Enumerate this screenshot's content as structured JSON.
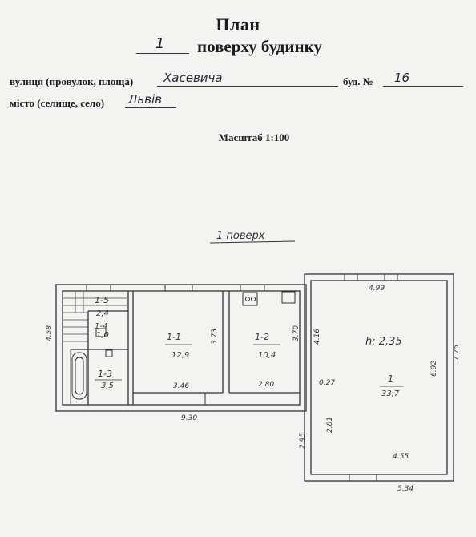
{
  "header": {
    "title": "План",
    "floor_number": "1",
    "floor_title": "поверху будинку"
  },
  "fields": {
    "street_label": "вулиця (провулок, площа)",
    "street_value": "Хасевича",
    "building_label": "буд. №",
    "building_value": "16",
    "city_label": "місто (селище, село)",
    "city_value": "Львів"
  },
  "scale_label": "Масштаб 1:100",
  "plan": {
    "floor_caption": "1 поверх",
    "rooms": [
      {
        "id": "1-5",
        "area": "2,4"
      },
      {
        "id": "1-4",
        "area": "1,0"
      },
      {
        "id": "1-1",
        "area": "12,9"
      },
      {
        "id": "1-2",
        "area": "10,4"
      },
      {
        "id": "1-3",
        "area": "3,5"
      },
      {
        "id": "1",
        "area": "33,7"
      }
    ],
    "height_note": "h: 2,35",
    "dimensions": {
      "d458": "4.58",
      "d373": "3.73",
      "d370": "3.70",
      "d416": "4.16",
      "d499": "4.99",
      "d692": "6.92",
      "d775": "7.75",
      "d346": "3.46",
      "d280": "2.80",
      "d930": "9.30",
      "d027": "0.27",
      "d281": "2.81",
      "d295": "2.95",
      "d455": "4.55",
      "d534": "5.34"
    }
  }
}
